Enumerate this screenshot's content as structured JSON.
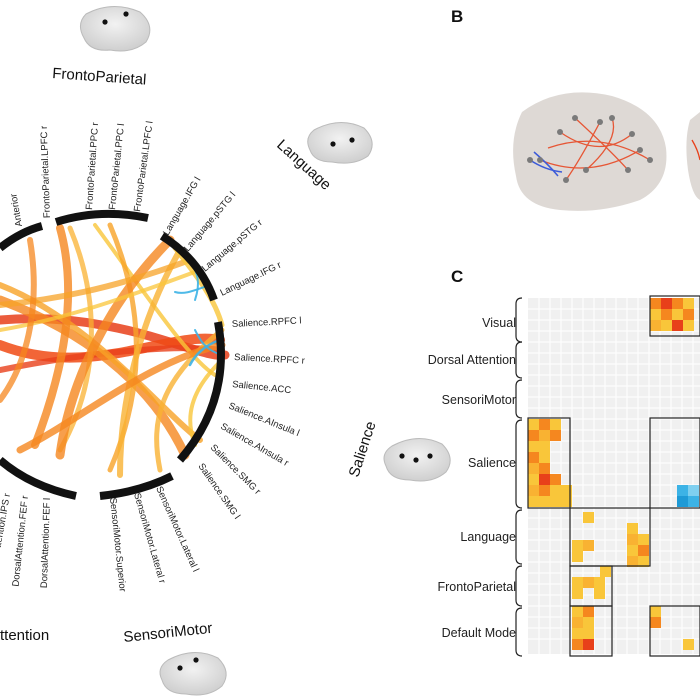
{
  "panel_letters": {
    "b": "B",
    "c": "C"
  },
  "circos": {
    "networks": [
      {
        "name": "FrontoParietal"
      },
      {
        "name": "Language"
      },
      {
        "name": "Salience"
      },
      {
        "name": "SensoriMotor"
      },
      {
        "name": "ttention"
      }
    ],
    "rois": [
      "FrontoParietal.PPC r",
      "FrontoParietal.PPC l",
      "FrontoParietal.LPFC l",
      "FrontoParietal.LPFC r",
      "Language.IFG l",
      "Language.pSTG l",
      "Language.pSTG r",
      "Language.IFG r",
      "Salience.RPFC l",
      "Salience.RPFC r",
      "Salience.ACC",
      "Salience.AInsula l",
      "Salience.AInsula r",
      "Salience.SMG r",
      "Salience.SMG l",
      "SensoriMotor.Lateral l",
      "SensoriMotor.Lateral r",
      "SensoriMotor.Superior",
      "DorsalAttention.FEF l",
      "DorsalAttention.FEF r",
      "ttention.IPS r",
      "Anterior"
    ]
  },
  "matrix": {
    "rows": [
      "Visual",
      "Dorsal Attention",
      "SensoriMotor",
      "Salience",
      "Language",
      "FrontoParietal",
      "Default Mode"
    ]
  },
  "colors": {
    "warm_dark": "#e8401a",
    "warm": "#f5871f",
    "warm_light": "#f9c63a",
    "cool": "#3cb3e6",
    "brain": "#d9d9d9"
  }
}
